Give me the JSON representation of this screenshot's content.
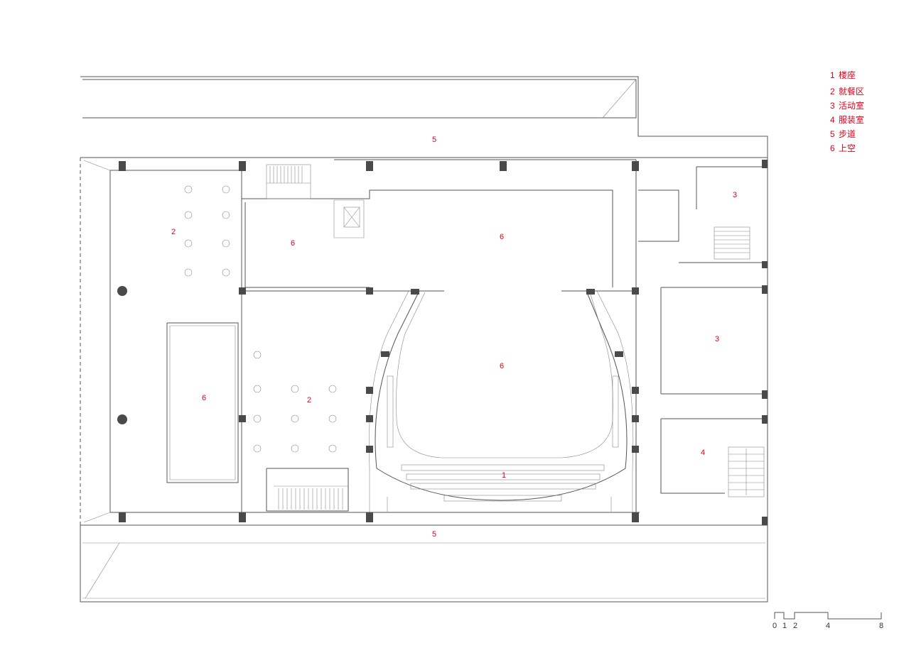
{
  "legend": [
    {
      "num": "1",
      "text": "楼座"
    },
    {
      "num": "2",
      "text": "就餐区"
    },
    {
      "num": "3",
      "text": "活动室"
    },
    {
      "num": "4",
      "text": "服装室"
    },
    {
      "num": "5",
      "text": "步道"
    },
    {
      "num": "6",
      "text": "上空"
    }
  ],
  "room_labels": {
    "walkway_top": "5",
    "walkway_bottom": "5",
    "void_left_upper": "6",
    "void_stage": "6",
    "void_auditorium": "6",
    "void_left_lower": "6",
    "dining_upper": "2",
    "dining_lower": "2",
    "balcony": "1",
    "activity_upper": "3",
    "activity_lower": "3",
    "costume_room": "4"
  },
  "scale_bar": {
    "ticks": [
      "0",
      "1",
      "2",
      "4",
      "8"
    ]
  },
  "colors": {
    "label": "#e0001b",
    "line": "#555555",
    "column": "#4a4a4a"
  }
}
